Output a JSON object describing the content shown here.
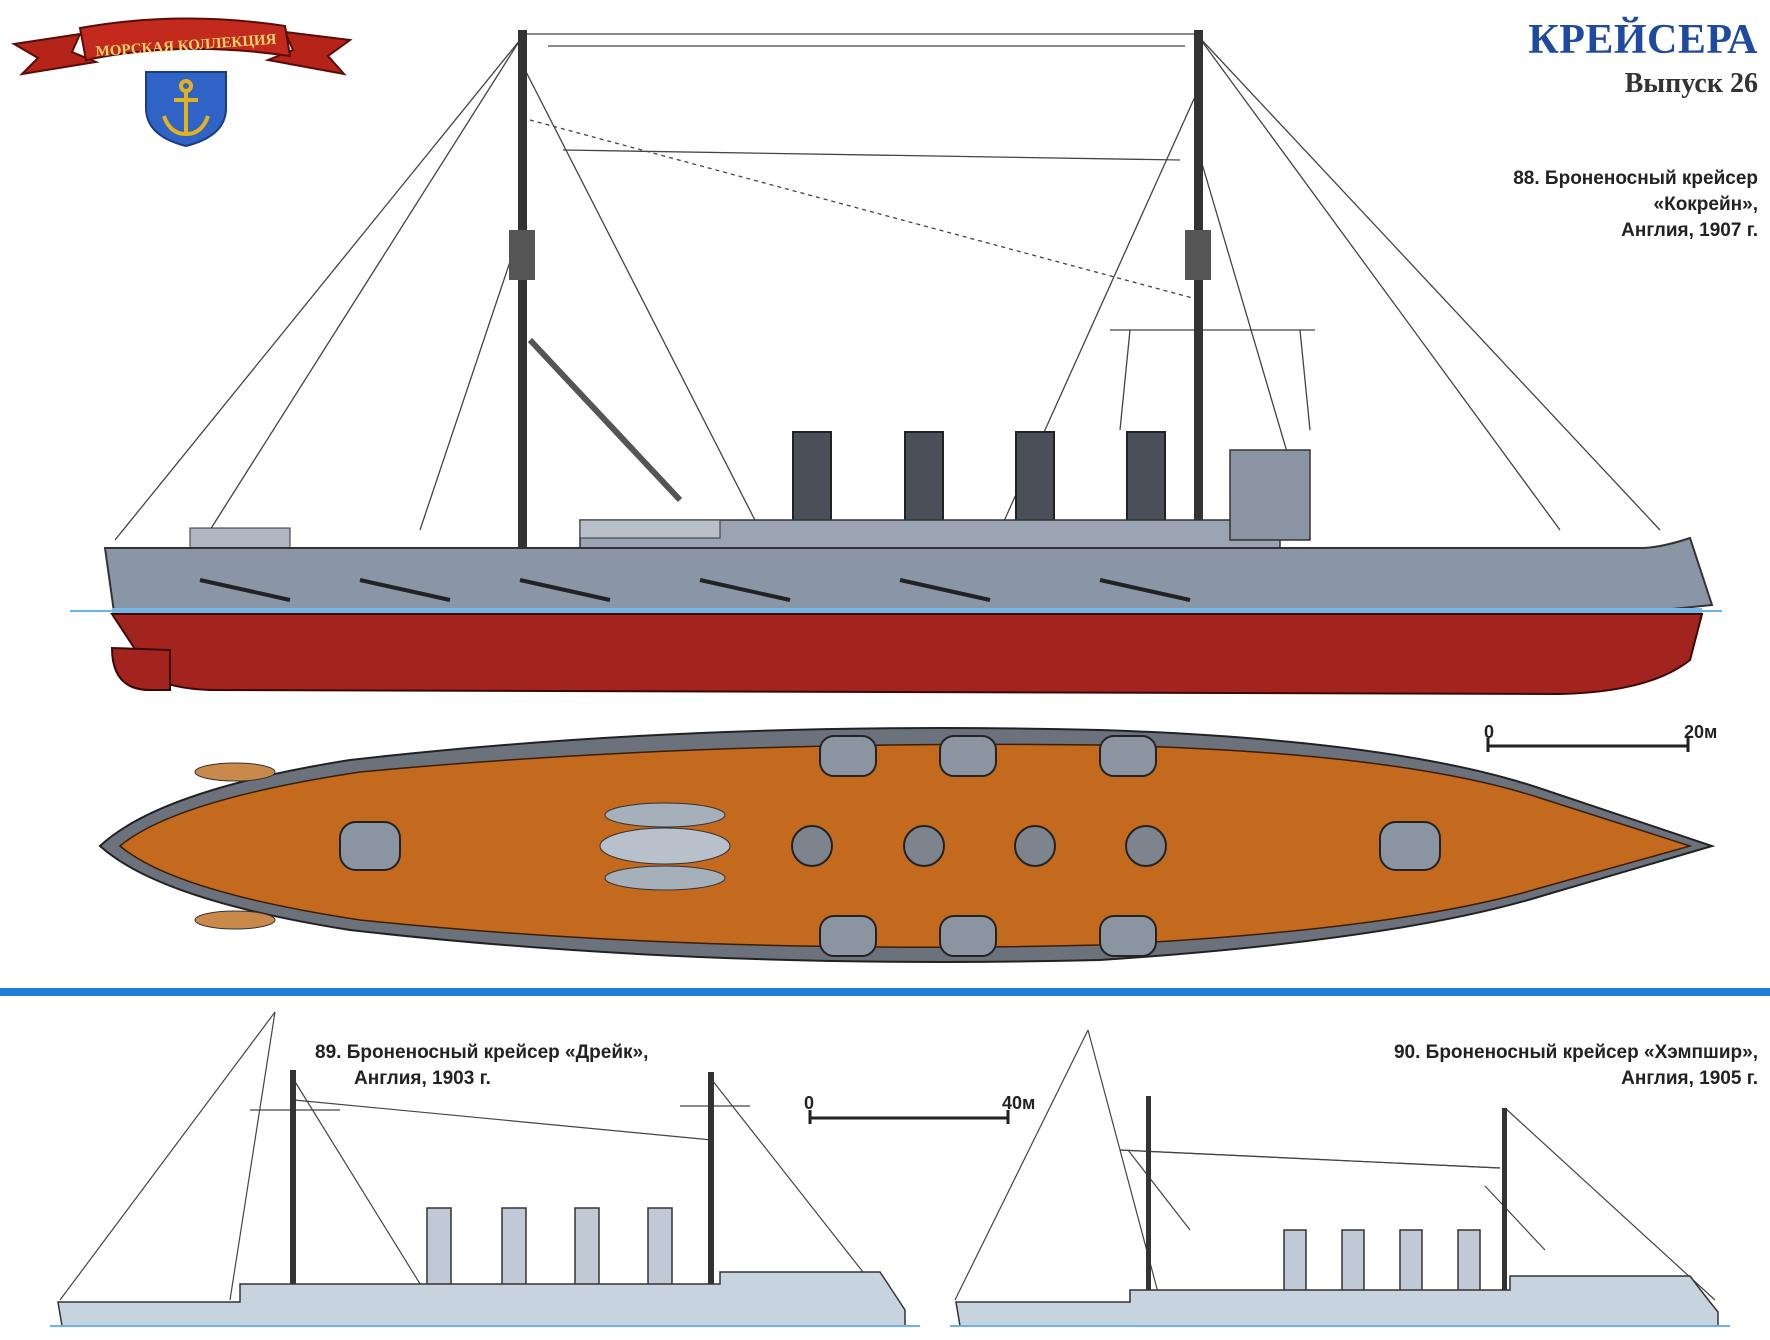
{
  "logo": {
    "ribbon_text": "МОРСКАЯ КОЛЛЕКЦИЯ"
  },
  "header": {
    "series_title": "КРЕЙСЕРА",
    "issue": "Выпуск 26"
  },
  "ships": [
    {
      "number": "88",
      "caption_line1": "88. Броненосный крейсер",
      "caption_line2": "«Кокрейн»,",
      "caption_line3": "Англия, 1907 г."
    },
    {
      "number": "89",
      "caption_line1": "89. Броненосный крейсер «Дрейк»,",
      "caption_line2": "Англия, 1903 г."
    },
    {
      "number": "90",
      "caption_line1": "90. Броненосный крейсер «Хэмпшир»,",
      "caption_line2": "Англия, 1905 г."
    }
  ],
  "scales": {
    "top": {
      "start": "0",
      "end": "20м"
    },
    "bottom": {
      "start": "0",
      "end": "40м"
    }
  },
  "colors": {
    "title_blue": "#1f4aa1",
    "divider_blue": "#1e7fd6",
    "hull_grey": "#8a96a6",
    "hull_red": "#a3231e",
    "deck_orange": "#c46a1e",
    "ribbon_red": "#b42419",
    "shield_blue": "#2f63c6",
    "anchor_gold": "#e3b21f"
  }
}
